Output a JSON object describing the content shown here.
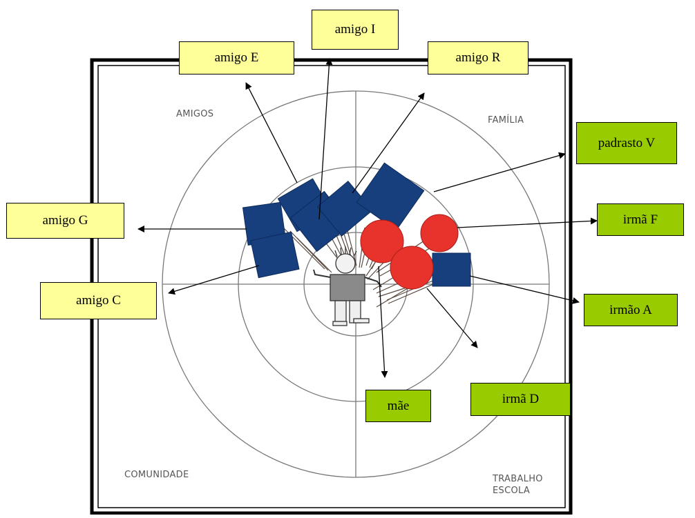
{
  "quadrants": {
    "friends": "AMIGOS",
    "family": "FAMÍLIA",
    "community": "COMUNIDADE",
    "work_line1": "TRABALHO",
    "work_line2": "ESCOLA"
  },
  "labels": {
    "amigo_i": "amigo I",
    "amigo_e": "amigo E",
    "amigo_r": "amigo R",
    "padrasto_v": "padrasto V",
    "amigo_g": "amigo G",
    "irma_f": "irmã F",
    "amigo_c": "amigo C",
    "irmao_a": "irmão A",
    "mae": "mãe",
    "irma_d": "irmã D"
  },
  "colors": {
    "friend_box": "#ffff99",
    "family_box": "#99cc00",
    "square_marker": "#173f7e",
    "circle_marker": "#e8332c"
  }
}
